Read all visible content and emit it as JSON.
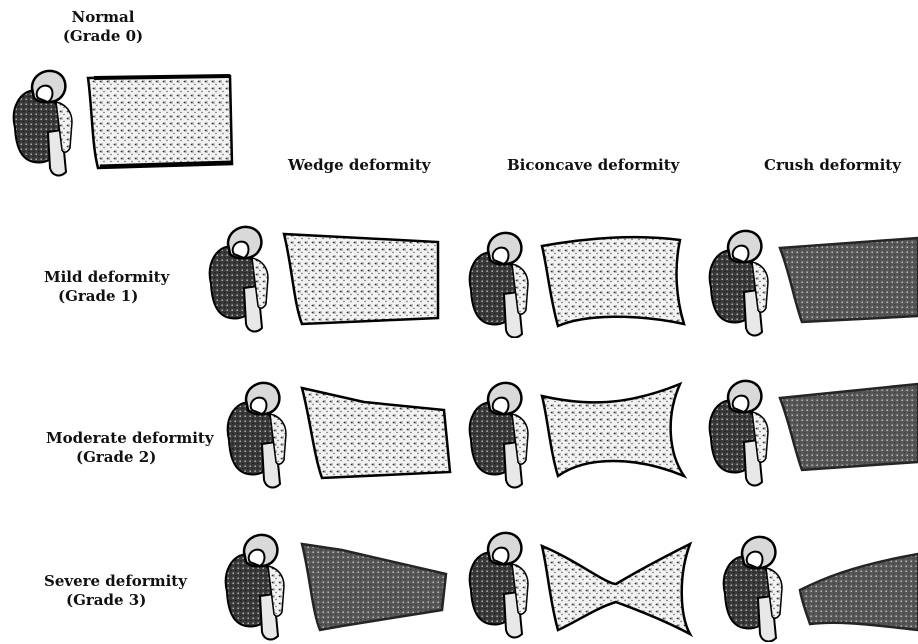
{
  "normal": {
    "line1": "Normal",
    "line2": "(Grade 0)"
  },
  "columns": {
    "wedge": "Wedge deformity",
    "biconcave": "Biconcave deformity",
    "crush": "Crush deformity"
  },
  "rows": {
    "mild": {
      "line1": "Mild deformity",
      "line2": "(Grade 1)"
    },
    "moderate": {
      "line1": "Moderate deformity",
      "line2": "(Grade 2)"
    },
    "severe": {
      "line1": "Severe deformity",
      "line2": "(Grade 3)"
    }
  }
}
